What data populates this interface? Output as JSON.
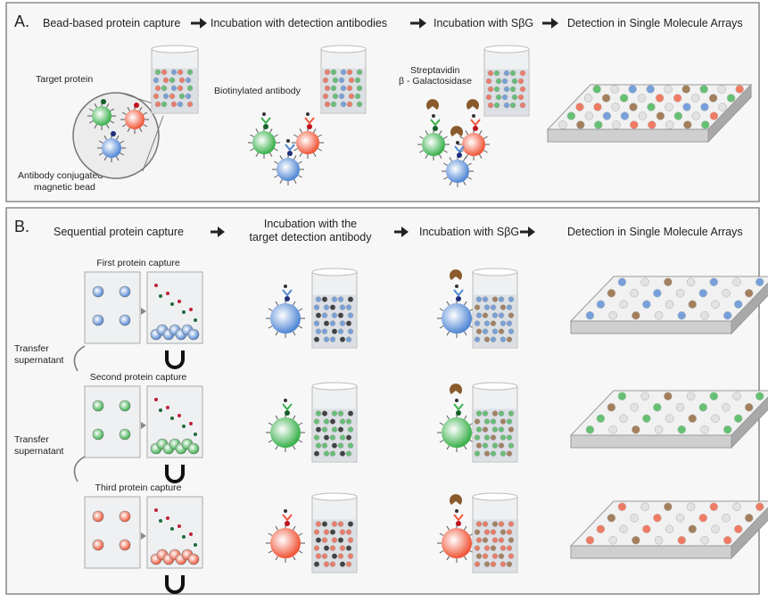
{
  "colors": {
    "blue": "#4f86d4",
    "green": "#38b04a",
    "red": "#f05436",
    "brown": "#8a5a2c",
    "panel_bg": "#f7f7f7",
    "border": "#888888"
  },
  "panel_a": {
    "label": "A.",
    "steps": [
      "Bead-based protein capture",
      "Incubation with detection antibodies",
      "Incubation with SβG",
      "Detection in Single Molecule Arrays"
    ],
    "annotations": {
      "target_protein": "Target protein",
      "bead_line1": "Antibody conjugated",
      "bead_line2": "magnetic bead",
      "biotinylated": "Biotinylated antibody",
      "strep1": "Streptavidin",
      "strep2": "β - Galactosidase"
    }
  },
  "panel_b": {
    "label": "B.",
    "steps": [
      "Sequential protein capture",
      "Incubation with the",
      "target detection antibody",
      "Incubation with SβG",
      "Detection in Single Molecule Arrays"
    ],
    "captures": [
      "First protein capture",
      "Second protein capture",
      "Third protein capture"
    ],
    "transfer1": "Transfer",
    "transfer2": "supernatant"
  }
}
